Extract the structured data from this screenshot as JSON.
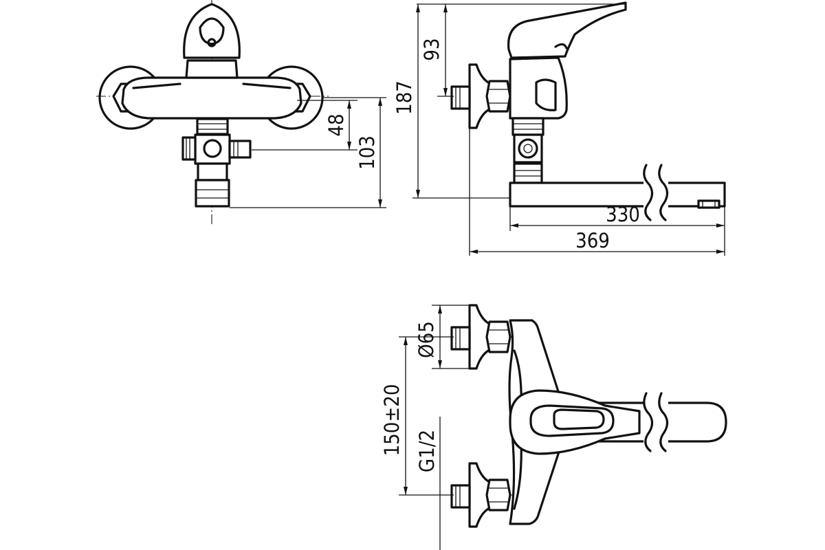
{
  "drawing": {
    "line_color": "#111111",
    "background": "#ffffff",
    "views": [
      {
        "id": "front-view",
        "dimensions": [
          {
            "id": "dim-48",
            "label": "48"
          },
          {
            "id": "dim-103",
            "label": "103"
          }
        ]
      },
      {
        "id": "side-view",
        "dimensions": [
          {
            "id": "dim-93",
            "label": "93"
          },
          {
            "id": "dim-187",
            "label": "187"
          },
          {
            "id": "dim-330",
            "label": "330"
          },
          {
            "id": "dim-369",
            "label": "369"
          }
        ]
      },
      {
        "id": "top-view",
        "dimensions": [
          {
            "id": "dim-d65",
            "label": "Ø65"
          },
          {
            "id": "dim-150",
            "label": "150±20"
          },
          {
            "id": "dim-g12",
            "label": "G1/2"
          }
        ]
      }
    ]
  }
}
